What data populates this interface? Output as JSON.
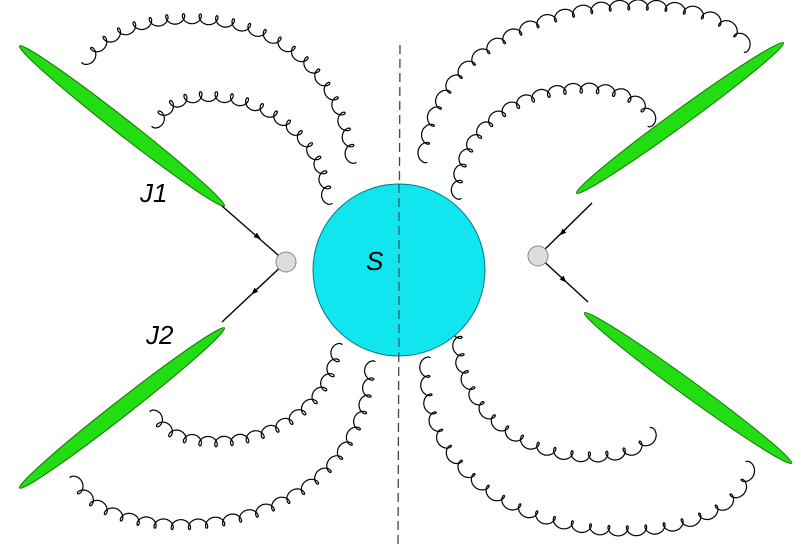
{
  "labels": {
    "jet1": "J1",
    "jet2": "J2",
    "soft": "S"
  },
  "colors": {
    "jet_fill": "#22dd11",
    "soft_blob": "#11e6ee",
    "vertex": "#dddddd",
    "gluon": "#000000",
    "cut_line": "#444444"
  }
}
